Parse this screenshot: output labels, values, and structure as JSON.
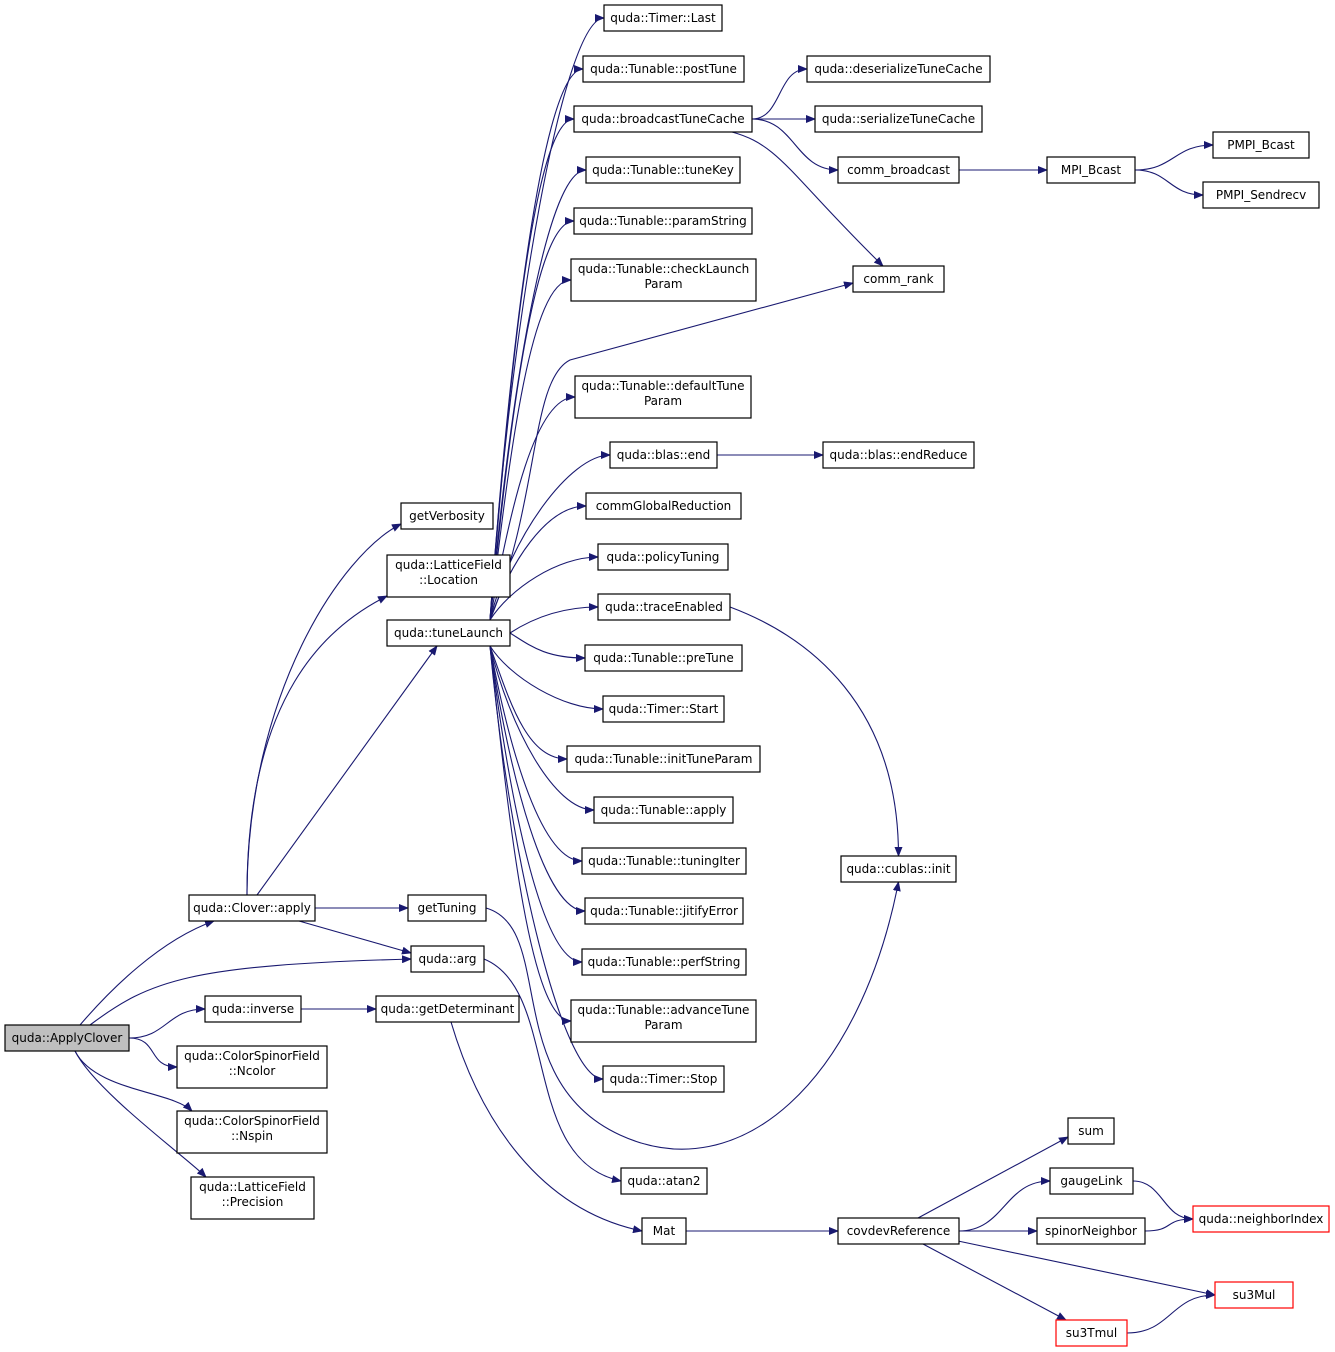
{
  "diagram": {
    "type": "call-graph",
    "colors": {
      "edge": "#191970",
      "root_fill": "#bfbfbf",
      "missing_border": "#ff0000",
      "node_border": "#000000"
    },
    "nodes": [
      {
        "id": "applyclover",
        "lines": [
          "quda::ApplyClover"
        ],
        "root": true
      },
      {
        "id": "clover_apply",
        "lines": [
          "quda::Clover::apply"
        ]
      },
      {
        "id": "inverse",
        "lines": [
          "quda::inverse"
        ]
      },
      {
        "id": "csf_ncolor",
        "lines": [
          "quda::ColorSpinorField",
          "::Ncolor"
        ]
      },
      {
        "id": "csf_nspin",
        "lines": [
          "quda::ColorSpinorField",
          "::Nspin"
        ]
      },
      {
        "id": "lf_precision",
        "lines": [
          "quda::LatticeField",
          "::Precision"
        ]
      },
      {
        "id": "getverbosity",
        "lines": [
          "getVerbosity"
        ]
      },
      {
        "id": "lf_location",
        "lines": [
          "quda::LatticeField",
          "::Location"
        ]
      },
      {
        "id": "tunelaunch",
        "lines": [
          "quda::tuneLaunch"
        ]
      },
      {
        "id": "gettuning",
        "lines": [
          "getTuning"
        ]
      },
      {
        "id": "arg",
        "lines": [
          "quda::arg"
        ]
      },
      {
        "id": "getdeterminant",
        "lines": [
          "quda::getDeterminant"
        ]
      },
      {
        "id": "timer_last",
        "lines": [
          "quda::Timer::Last"
        ]
      },
      {
        "id": "posttune",
        "lines": [
          "quda::Tunable::postTune"
        ]
      },
      {
        "id": "broadcasttunecache",
        "lines": [
          "quda::broadcastTuneCache"
        ]
      },
      {
        "id": "tunekey",
        "lines": [
          "quda::Tunable::tuneKey"
        ]
      },
      {
        "id": "paramstring",
        "lines": [
          "quda::Tunable::paramString"
        ]
      },
      {
        "id": "checklaunchparam",
        "lines": [
          "quda::Tunable::checkLaunch",
          "Param"
        ]
      },
      {
        "id": "defaulttuneparam",
        "lines": [
          "quda::Tunable::defaultTune",
          "Param"
        ]
      },
      {
        "id": "blas_end",
        "lines": [
          "quda::blas::end"
        ]
      },
      {
        "id": "commglobalreduction",
        "lines": [
          "commGlobalReduction"
        ]
      },
      {
        "id": "policytuning",
        "lines": [
          "quda::policyTuning"
        ]
      },
      {
        "id": "traceenabled",
        "lines": [
          "quda::traceEnabled"
        ]
      },
      {
        "id": "pretune",
        "lines": [
          "quda::Tunable::preTune"
        ]
      },
      {
        "id": "timer_start",
        "lines": [
          "quda::Timer::Start"
        ]
      },
      {
        "id": "inittuneparam",
        "lines": [
          "quda::Tunable::initTuneParam"
        ]
      },
      {
        "id": "tunable_apply",
        "lines": [
          "quda::Tunable::apply"
        ]
      },
      {
        "id": "tuningiter",
        "lines": [
          "quda::Tunable::tuningIter"
        ]
      },
      {
        "id": "jitifyerror",
        "lines": [
          "quda::Tunable::jitifyError"
        ]
      },
      {
        "id": "perfstring",
        "lines": [
          "quda::Tunable::perfString"
        ]
      },
      {
        "id": "advancetuneparam",
        "lines": [
          "quda::Tunable::advanceTune",
          "Param"
        ]
      },
      {
        "id": "timer_stop",
        "lines": [
          "quda::Timer::Stop"
        ]
      },
      {
        "id": "atan2",
        "lines": [
          "quda::atan2"
        ]
      },
      {
        "id": "mat",
        "lines": [
          "Mat"
        ]
      },
      {
        "id": "deserializetunecache",
        "lines": [
          "quda::deserializeTuneCache"
        ]
      },
      {
        "id": "serializetunecache",
        "lines": [
          "quda::serializeTuneCache"
        ]
      },
      {
        "id": "comm_broadcast",
        "lines": [
          "comm_broadcast"
        ]
      },
      {
        "id": "comm_rank",
        "lines": [
          "comm_rank"
        ]
      },
      {
        "id": "blas_endreduce",
        "lines": [
          "quda::blas::endReduce"
        ]
      },
      {
        "id": "cublas_init",
        "lines": [
          "quda::cublas::init"
        ]
      },
      {
        "id": "covdevreference",
        "lines": [
          "covdevReference"
        ]
      },
      {
        "id": "mpi_bcast",
        "lines": [
          "MPI_Bcast"
        ]
      },
      {
        "id": "pmpi_bcast",
        "lines": [
          "PMPI_Bcast"
        ]
      },
      {
        "id": "pmpi_sendrecv",
        "lines": [
          "PMPI_Sendrecv"
        ]
      },
      {
        "id": "sum",
        "lines": [
          "sum"
        ]
      },
      {
        "id": "gaugelink",
        "lines": [
          "gaugeLink"
        ]
      },
      {
        "id": "spinorneighbor",
        "lines": [
          "spinorNeighbor"
        ]
      },
      {
        "id": "su3tmul",
        "lines": [
          "su3Tmul"
        ],
        "missing": true
      },
      {
        "id": "neighborindex",
        "lines": [
          "quda::neighborIndex"
        ],
        "missing": true
      },
      {
        "id": "su3mul",
        "lines": [
          "su3Mul"
        ],
        "missing": true
      }
    ],
    "edges": [
      [
        "applyclover",
        "clover_apply"
      ],
      [
        "applyclover",
        "arg"
      ],
      [
        "applyclover",
        "inverse"
      ],
      [
        "applyclover",
        "csf_ncolor"
      ],
      [
        "applyclover",
        "csf_nspin"
      ],
      [
        "applyclover",
        "lf_precision"
      ],
      [
        "clover_apply",
        "getverbosity"
      ],
      [
        "clover_apply",
        "lf_location"
      ],
      [
        "clover_apply",
        "tunelaunch"
      ],
      [
        "clover_apply",
        "gettuning"
      ],
      [
        "clover_apply",
        "arg"
      ],
      [
        "inverse",
        "getdeterminant"
      ],
      [
        "tunelaunch",
        "timer_last"
      ],
      [
        "tunelaunch",
        "posttune"
      ],
      [
        "tunelaunch",
        "broadcasttunecache"
      ],
      [
        "tunelaunch",
        "tunekey"
      ],
      [
        "tunelaunch",
        "paramstring"
      ],
      [
        "tunelaunch",
        "checklaunchparam"
      ],
      [
        "tunelaunch",
        "comm_rank"
      ],
      [
        "tunelaunch",
        "defaulttuneparam"
      ],
      [
        "tunelaunch",
        "blas_end"
      ],
      [
        "tunelaunch",
        "commglobalreduction"
      ],
      [
        "tunelaunch",
        "policytuning"
      ],
      [
        "tunelaunch",
        "traceenabled"
      ],
      [
        "tunelaunch",
        "pretune"
      ],
      [
        "tunelaunch",
        "timer_start"
      ],
      [
        "tunelaunch",
        "inittuneparam"
      ],
      [
        "tunelaunch",
        "tunable_apply"
      ],
      [
        "tunelaunch",
        "tuningiter"
      ],
      [
        "tunelaunch",
        "jitifyerror"
      ],
      [
        "tunelaunch",
        "perfstring"
      ],
      [
        "tunelaunch",
        "advancetuneparam"
      ],
      [
        "tunelaunch",
        "timer_stop"
      ],
      [
        "gettuning",
        "cublas_init"
      ],
      [
        "arg",
        "atan2"
      ],
      [
        "getdeterminant",
        "mat"
      ],
      [
        "broadcasttunecache",
        "deserializetunecache"
      ],
      [
        "broadcasttunecache",
        "serializetunecache"
      ],
      [
        "broadcasttunecache",
        "comm_broadcast"
      ],
      [
        "broadcasttunecache",
        "comm_rank"
      ],
      [
        "comm_broadcast",
        "mpi_bcast"
      ],
      [
        "mpi_bcast",
        "pmpi_bcast"
      ],
      [
        "mpi_bcast",
        "pmpi_sendrecv"
      ],
      [
        "blas_end",
        "blas_endreduce"
      ],
      [
        "traceenabled",
        "cublas_init"
      ],
      [
        "mat",
        "covdevreference"
      ],
      [
        "covdevreference",
        "sum"
      ],
      [
        "covdevreference",
        "gaugelink"
      ],
      [
        "covdevreference",
        "spinorneighbor"
      ],
      [
        "covdevreference",
        "su3mul"
      ],
      [
        "covdevreference",
        "su3tmul"
      ],
      [
        "gaugelink",
        "neighborindex"
      ],
      [
        "spinorneighbor",
        "neighborindex"
      ],
      [
        "su3tmul",
        "su3mul"
      ]
    ]
  }
}
